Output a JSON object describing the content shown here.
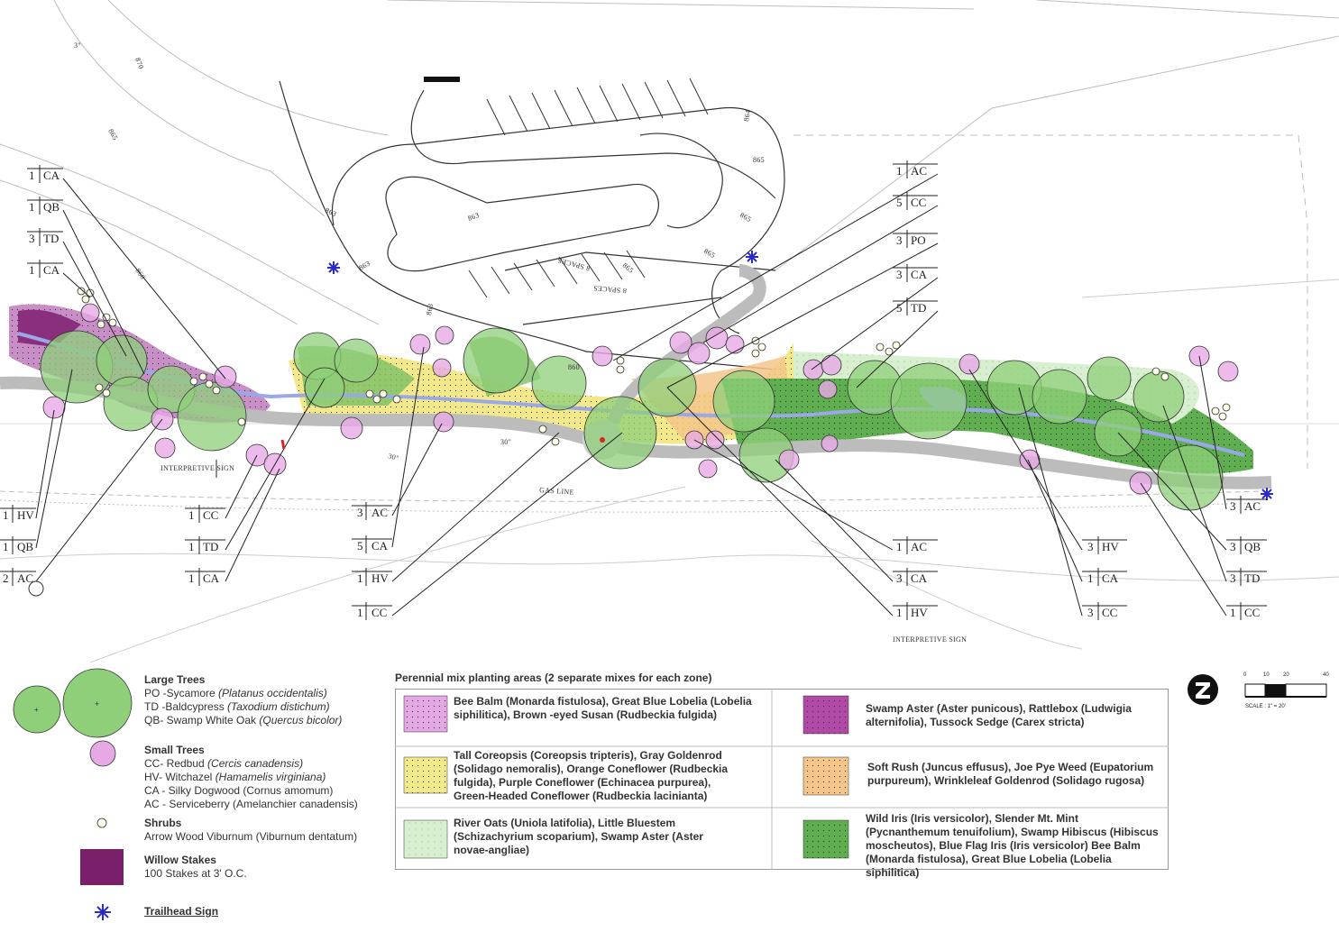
{
  "plan": {
    "site_labels": {
      "interpretive_sign_1": "INTERPRETIVE SIGN",
      "interpretive_sign_2": "INTERPRETIVE SIGN",
      "gas_line": "GAS LINE",
      "spaces_1": "8 SPACES",
      "spaces_2": "8 SPACES",
      "dim_30a": "30\"",
      "dim_30b": "30\"",
      "dim_3": "3\""
    },
    "contours": [
      "870",
      "865",
      "860",
      "863",
      "863",
      "863",
      "863",
      "864",
      "865",
      "865",
      "865",
      "865",
      "860"
    ],
    "callouts": [
      {
        "qty": "1",
        "code": "CA"
      },
      {
        "qty": "1",
        "code": "QB"
      },
      {
        "qty": "3",
        "code": "TD"
      },
      {
        "qty": "1",
        "code": "CA"
      },
      {
        "qty": "1",
        "code": "AC"
      },
      {
        "qty": "5",
        "code": "CC"
      },
      {
        "qty": "3",
        "code": "PO"
      },
      {
        "qty": "3",
        "code": "CA"
      },
      {
        "qty": "5",
        "code": "TD"
      },
      {
        "qty": "1",
        "code": "HV"
      },
      {
        "qty": "1",
        "code": "QB"
      },
      {
        "qty": "2",
        "code": "AC"
      },
      {
        "qty": "1",
        "code": "CC"
      },
      {
        "qty": "1",
        "code": "TD"
      },
      {
        "qty": "1",
        "code": "CA"
      },
      {
        "qty": "3",
        "code": "AC"
      },
      {
        "qty": "5",
        "code": "CA"
      },
      {
        "qty": "1",
        "code": "HV"
      },
      {
        "qty": "1",
        "code": "CC"
      },
      {
        "qty": "1",
        "code": "AC"
      },
      {
        "qty": "3",
        "code": "CA"
      },
      {
        "qty": "1",
        "code": "HV"
      },
      {
        "qty": "3",
        "code": "HV"
      },
      {
        "qty": "1",
        "code": "CA"
      },
      {
        "qty": "3",
        "code": "CC"
      },
      {
        "qty": "3",
        "code": "AC"
      },
      {
        "qty": "3",
        "code": "QB"
      },
      {
        "qty": "3",
        "code": "TD"
      },
      {
        "qty": "1",
        "code": "CC"
      }
    ]
  },
  "legend": {
    "large_trees": {
      "title": "Large Trees",
      "items": [
        {
          "code": "PO -Sycamore ",
          "latin": "(Platanus occidentalis)"
        },
        {
          "code": "TD -Baldcypress ",
          "latin": "(Taxodium distichum)"
        },
        {
          "code": "QB- Swamp White Oak ",
          "latin": "(Quercus bicolor)"
        }
      ]
    },
    "small_trees": {
      "title": "Small Trees",
      "items": [
        {
          "code": "CC- Redbud ",
          "latin": "(Cercis canadensis)"
        },
        {
          "code": "HV- Witchazel ",
          "latin": "(Hamamelis virginiana)"
        },
        {
          "code": "CA - Silky Dogwood  (Cornus amomum)",
          "latin": ""
        },
        {
          "code": "AC - Serviceberry (Amelanchier canadensis)",
          "latin": ""
        }
      ]
    },
    "shrubs": {
      "title": "Shrubs",
      "text": "Arrow Wood Viburnum (Viburnum dentatum)"
    },
    "willow": {
      "title": "Willow Stakes",
      "text": "100 Stakes at 3' O.C."
    },
    "trailhead": {
      "title": "Trailhead Sign"
    },
    "mix_heading": "Perennial mix planting areas (2 separate mixes for each zone)",
    "mixes": [
      {
        "text": "Bee Balm (Monarda fistulosa), Great Blue Lobelia (Lobelia siphilitica), Brown -eyed Susan (Rudbeckia fulgida)",
        "color": "#e4a8e4"
      },
      {
        "text": "Swamp Aster (Aster punicous), Rattlebox (Ludwigia alternifolia), Tussock Sedge (Carex stricta)",
        "color": "#b04aa6"
      },
      {
        "text": "Tall Coreopsis (Coreopsis tripteris), Gray Goldenrod (Solidago nemoralis), Orange Coneflower (Rudbeckia fulgida), Purple Coneflower (Echinacea purpurea), Green-Headed Coneflower (Rudbeckia lacinianta)",
        "color": "#f2ea8a"
      },
      {
        "text": "Soft Rush (Juncus effusus), Joe Pye Weed (Eupatorium purpureum), Wrinkleleaf Goldenrod (Solidago rugosa)",
        "color": "#f5c58a"
      },
      {
        "text": "River Oats (Uniola latifolia), Little Bluestem (Schizachyrium scoparium), Swamp Aster (Aster novae-angliae)",
        "color": "#d8efd0"
      },
      {
        "text": "Wild Iris (Iris versicolor), Slender Mt. Mint (Pycnanthemum tenuifolium), Swamp Hibiscus (Hibiscus moscheutos), Blue Flag Iris (Iris versicolor) Bee Balm (Monarda fistulosa), Great Blue Lobelia (Lobelia siphilitica)",
        "color": "#5fae50"
      }
    ],
    "scale": {
      "ticks": [
        "0",
        "10",
        "20",
        "40"
      ],
      "label": "SCALE :   1\" = 20'"
    },
    "colors": {
      "large_tree": "#8fcf7a",
      "small_tree": "#e7a9e6",
      "willow": "#7a1f6a",
      "trailhead": "#2a2ad0",
      "path": "#c9c9c9",
      "water": "#9aa8e8"
    }
  }
}
